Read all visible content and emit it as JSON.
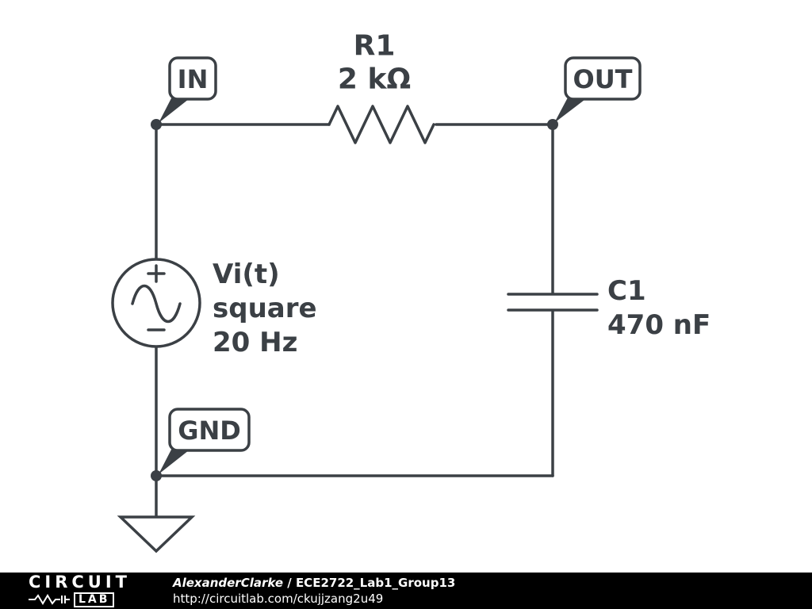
{
  "schematic": {
    "node_labels": {
      "in": "IN",
      "out": "OUT",
      "gnd": "GND"
    },
    "components": {
      "resistor": {
        "designator": "R1",
        "value": "2 kΩ"
      },
      "capacitor": {
        "designator": "C1",
        "value": "470 nF"
      },
      "source": {
        "label": "Vi(t)",
        "waveform": "square",
        "frequency": "20 Hz"
      }
    }
  },
  "footer": {
    "logo": {
      "top": "CIRCUIT",
      "lab": "LAB"
    },
    "author": "AlexanderClarke",
    "separator": " / ",
    "title": "ECE2722_Lab1_Group13",
    "url": "http://circuitlab.com/ckujjzang2u49"
  },
  "colors": {
    "schematic_stroke": "#3b4045",
    "canvas_bg": "#ffffff",
    "footer_bg": "#000000",
    "footer_text": "#ffffff"
  }
}
